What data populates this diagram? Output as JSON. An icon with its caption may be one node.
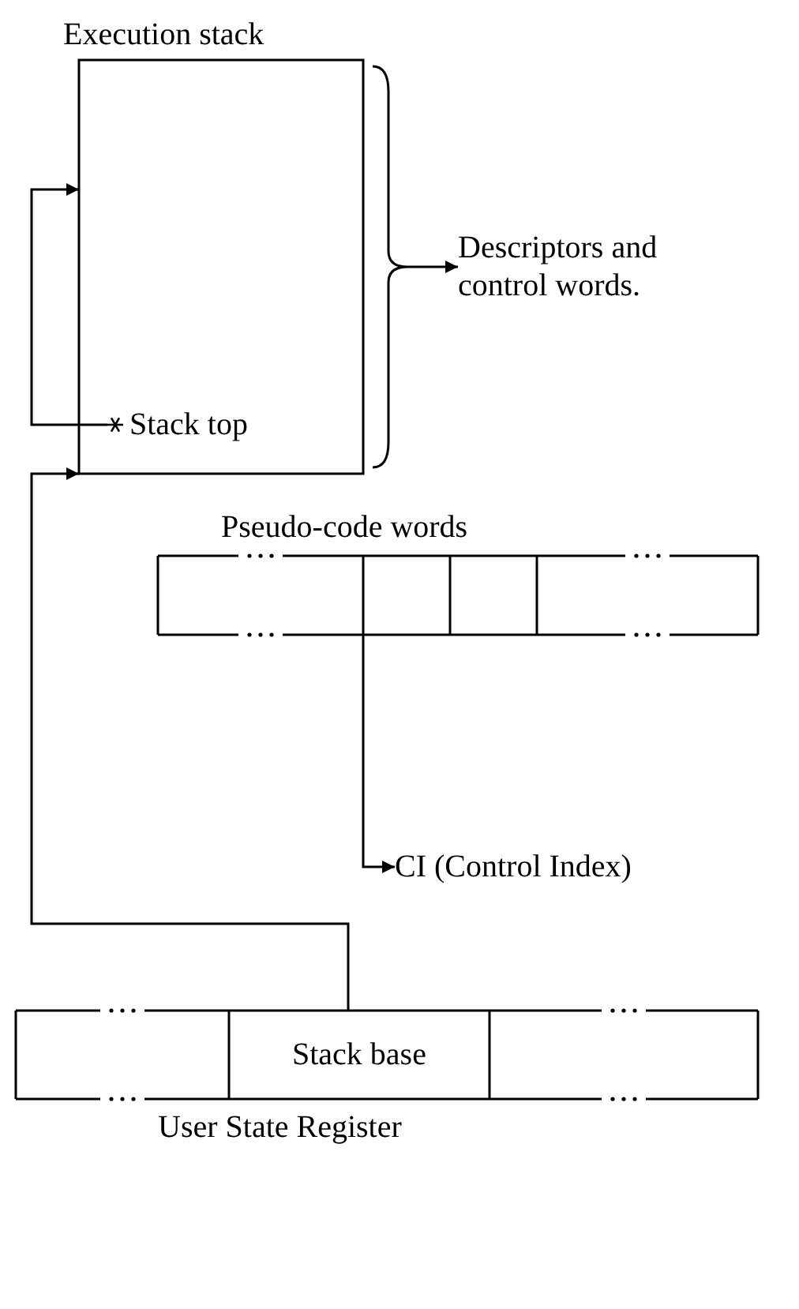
{
  "diagram": {
    "nodes": [
      {
        "text": [
          "Execution stack"
        ]
      },
      {
        "text": [
          "Descriptors and control words."
        ]
      },
      {
        "text": [
          "Stack top"
        ],
        "in": 0
      },
      {
        "text": [
          "Pseudo-code words"
        ]
      },
      {
        "text": [
          "CI (Control Index)"
        ]
      },
      {
        "text": [
          "User State Register"
        ]
      },
      {
        "text": [
          "Stack base"
        ],
        "in": 5
      }
    ],
    "edges": [
      {
        "from": 2,
        "to": 0,
        "arrow": "to"
      },
      {
        "from": 0,
        "to": 1,
        "arrow": "to"
      },
      {
        "from": 3,
        "to": 4,
        "arrow": "to"
      },
      {
        "from": 6,
        "to": 0,
        "arrow": "to"
      }
    ]
  }
}
